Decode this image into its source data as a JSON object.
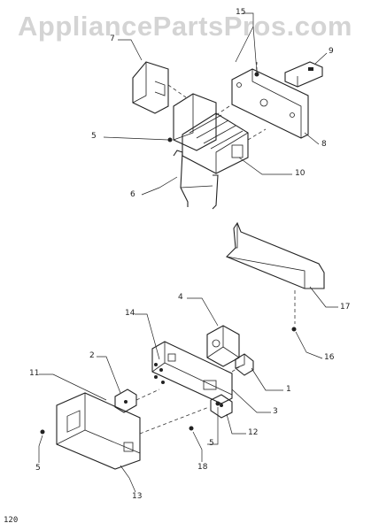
{
  "watermark": {
    "text": "AppliancePartsPros.com"
  },
  "page_code": "120",
  "callouts": {
    "c1": "1",
    "c2": "2",
    "c3": "3",
    "c4": "4",
    "c5a": "5",
    "c5b": "5",
    "c5c": "5",
    "c6": "6",
    "c7": "7",
    "c8": "8",
    "c9": "9",
    "c10": "10",
    "c11": "11",
    "c12": "12",
    "c13": "13",
    "c14": "14",
    "c15": "15",
    "c16": "16",
    "c17": "17",
    "c18": "18"
  }
}
